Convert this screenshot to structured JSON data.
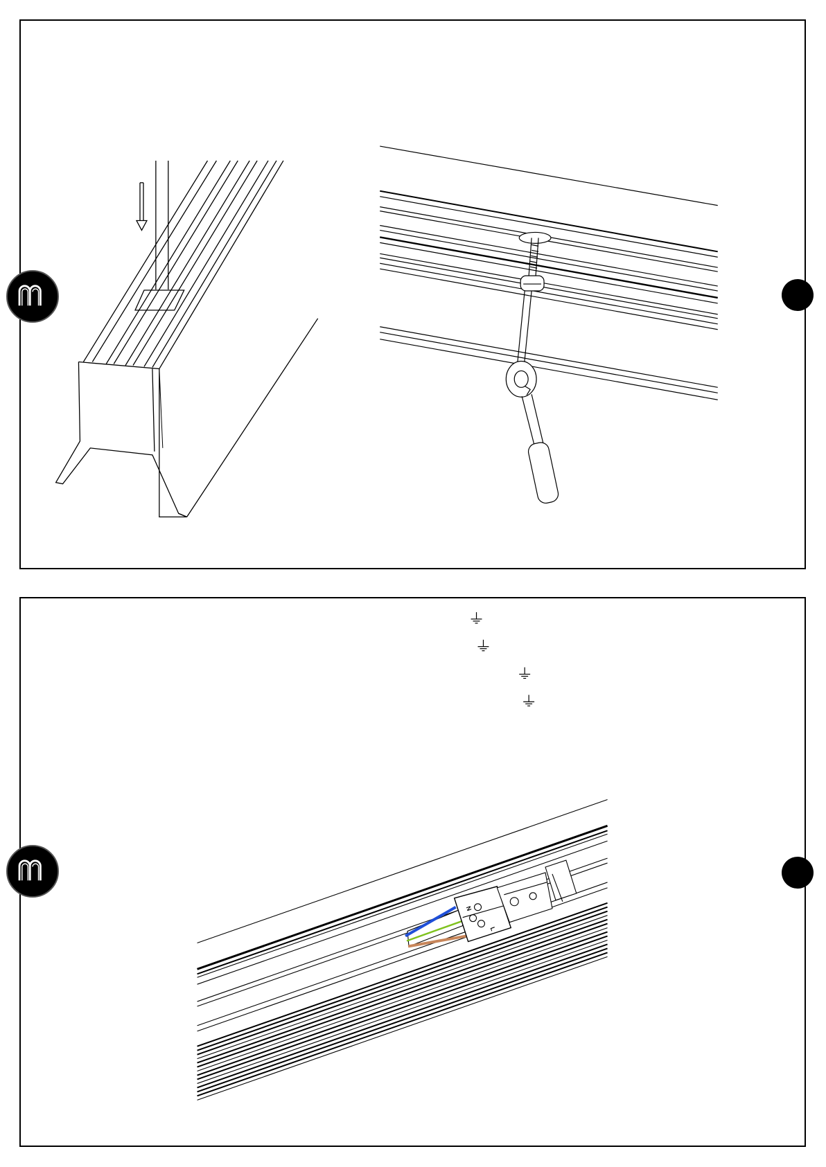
{
  "illustrations": {
    "top_left": {
      "arrow_direction": "down"
    },
    "top_right": {
      "tool": "screwdriver"
    },
    "bottom": {
      "terminal_labels": [
        "N",
        "L"
      ],
      "wire_colors": {
        "neutral": "#1f4fd8",
        "earth": "#7fc21e",
        "live": "#c8865a"
      }
    }
  },
  "earth_symbols_count": 4,
  "logo": {
    "letter": "m"
  }
}
